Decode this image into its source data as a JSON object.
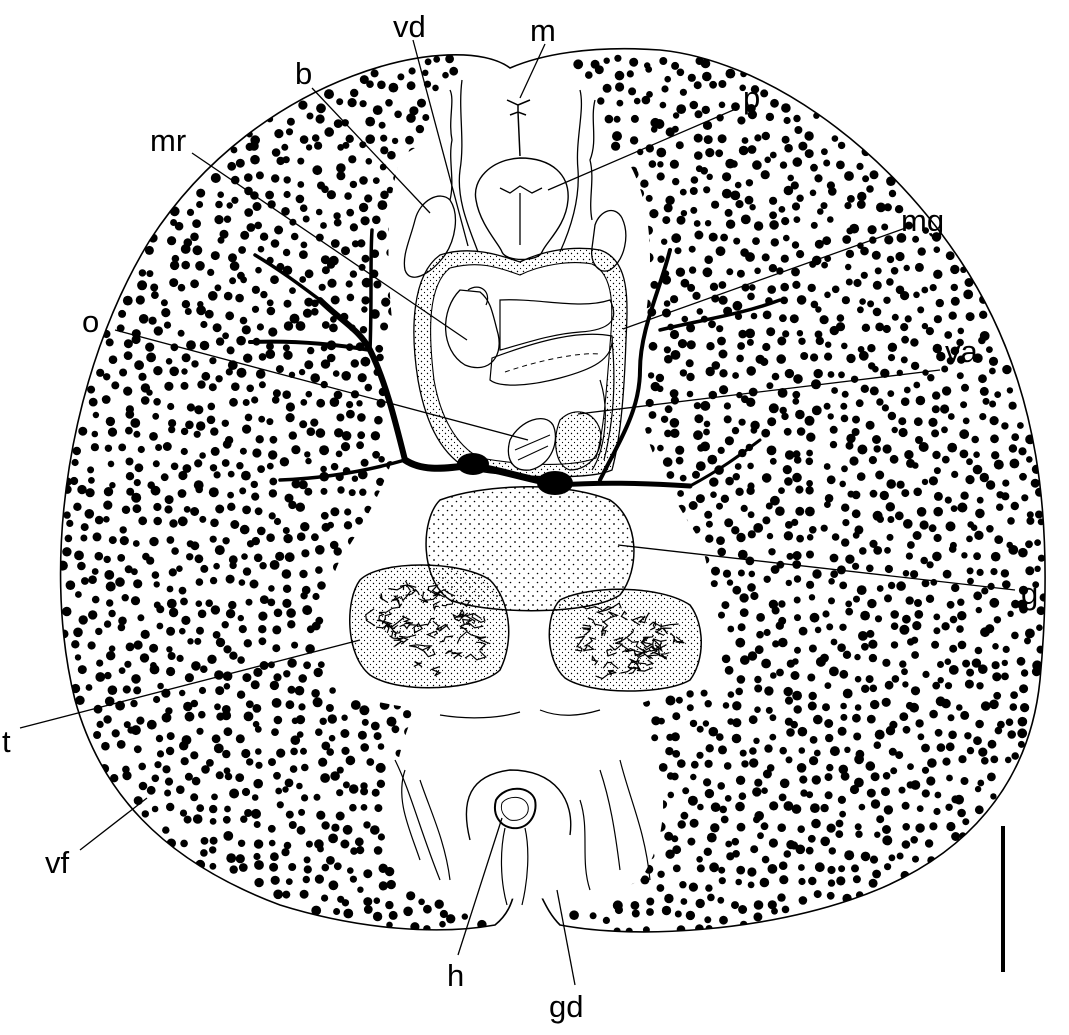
{
  "figure": {
    "labels": {
      "vd": "vd",
      "m": "m",
      "b": "b",
      "p": "p",
      "mr": "mr",
      "mg": "mg",
      "o": "o",
      "va": "va",
      "g": "g",
      "t": "t",
      "vf": "vf",
      "h": "h",
      "gd": "gd"
    }
  }
}
